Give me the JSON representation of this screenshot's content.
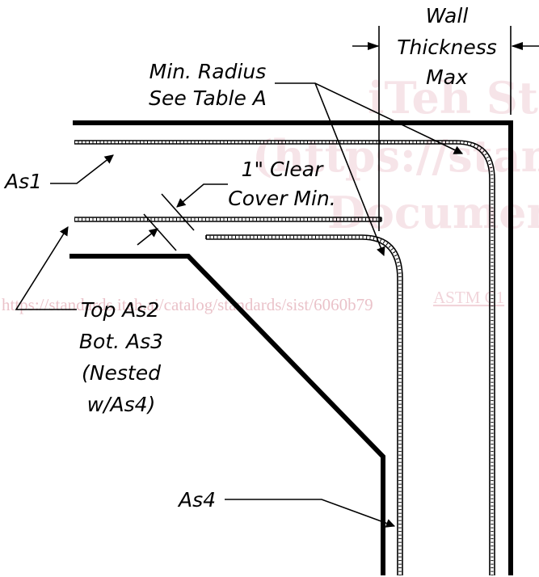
{
  "labels": {
    "wall_line1": "Wall",
    "wall_line2": "Thickness",
    "wall_line3": "Max",
    "radius_line1": "Min. Radius",
    "radius_line2": "See Table A",
    "as1": "As1",
    "cover_line1": "1\" Clear",
    "cover_line2": "Cover Min.",
    "top_as2": "Top As2",
    "bot_as3": "Bot. As3",
    "nested_line1": "(Nested",
    "nested_line2": "w/As4)",
    "as4": "As4"
  },
  "watermark": {
    "line1": "iTeh Sta",
    "line2": "(https://stand",
    "line3": "Document",
    "code": "ASTM C1",
    "url": "https://standards.iteh.ai/catalog/standards/sist/6060b79"
  },
  "colors": {
    "ink": "#000000",
    "watermark": "#e6b3bc"
  }
}
